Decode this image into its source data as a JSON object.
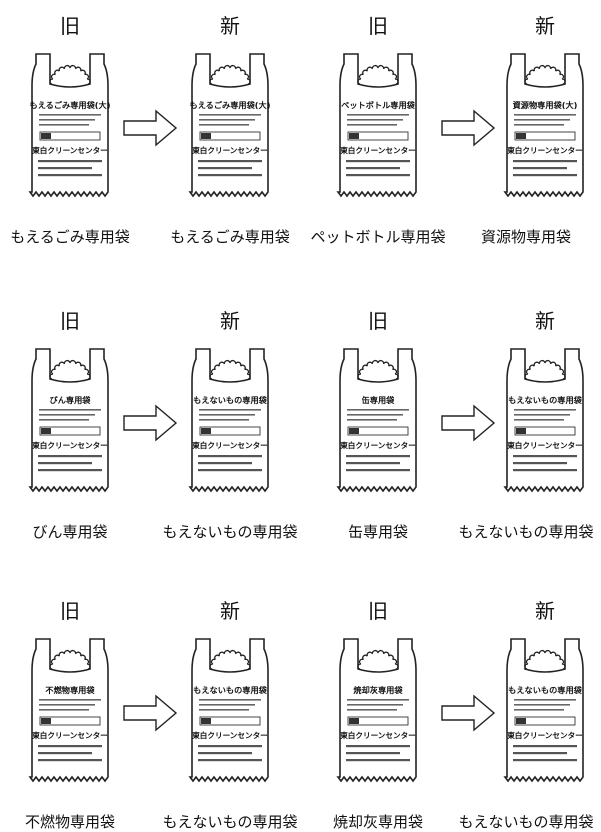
{
  "old_label": "旧",
  "new_label": "新",
  "rows": [
    {
      "pairs": [
        {
          "old": {
            "caption": "もえるごみ専用袋",
            "title": "もえるごみ専用袋(大)",
            "center": "東白クリーンセンター"
          },
          "new": {
            "caption": "もえるごみ専用袋",
            "title": "もえるごみ専用袋(大)",
            "center": "東白クリーンセンター"
          }
        },
        {
          "old": {
            "caption": "ペットボトル専用袋",
            "title": "ペットボトル専用袋",
            "center": "東白クリーンセンター"
          },
          "new": {
            "caption": "資源物専用袋",
            "title": "資源物専用袋(大)",
            "center": "東白クリーンセンター"
          }
        }
      ]
    },
    {
      "pairs": [
        {
          "old": {
            "caption": "びん専用袋",
            "title": "びん専用袋",
            "center": "東白クリーンセンター"
          },
          "new": {
            "caption": "もえないもの専用袋",
            "title": "もえないもの専用袋",
            "center": "東白クリーンセンター"
          }
        },
        {
          "old": {
            "caption": "缶専用袋",
            "title": "缶専用袋",
            "center": "東白クリーンセンター"
          },
          "new": {
            "caption": "もえないもの専用袋",
            "title": "もえないもの専用袋",
            "center": "東白クリーンセンター"
          }
        }
      ]
    },
    {
      "pairs": [
        {
          "old": {
            "caption": "不燃物専用袋",
            "title": "不燃物専用袋",
            "center": "東白クリーンセンター"
          },
          "new": {
            "caption": "もえないもの専用袋",
            "title": "もえないもの専用袋",
            "center": "東白クリーンセンター"
          }
        },
        {
          "old": {
            "caption": "焼却灰専用袋",
            "title": "焼却灰専用袋",
            "center": "東白クリーンセンター"
          },
          "new": {
            "caption": "もえないもの専用袋",
            "title": "もえないもの専用袋",
            "center": "東白クリーンセンター"
          }
        }
      ]
    }
  ]
}
